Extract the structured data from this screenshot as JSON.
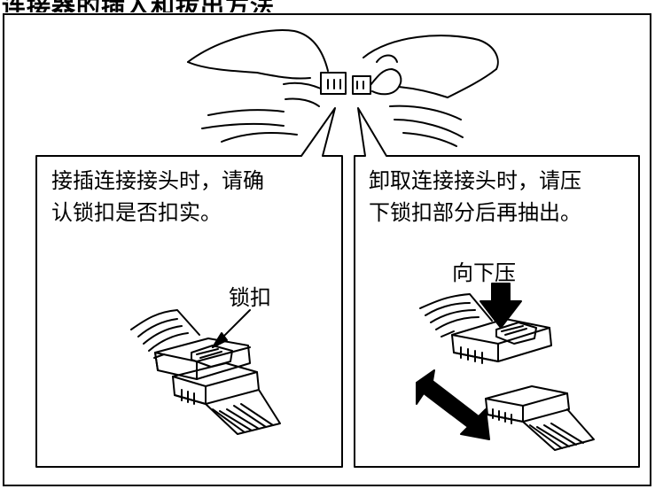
{
  "header": {
    "title": "连接器的插入和拔出方法"
  },
  "panels": {
    "left": {
      "caption_line1": "接插连接接头时，请确",
      "caption_line2": "认锁扣是否扣实。",
      "callout": "锁扣"
    },
    "right": {
      "caption_line1": "卸取连接接头时，请压",
      "caption_line2": "下锁扣部分后再抽出。",
      "callout": "向下压"
    }
  }
}
